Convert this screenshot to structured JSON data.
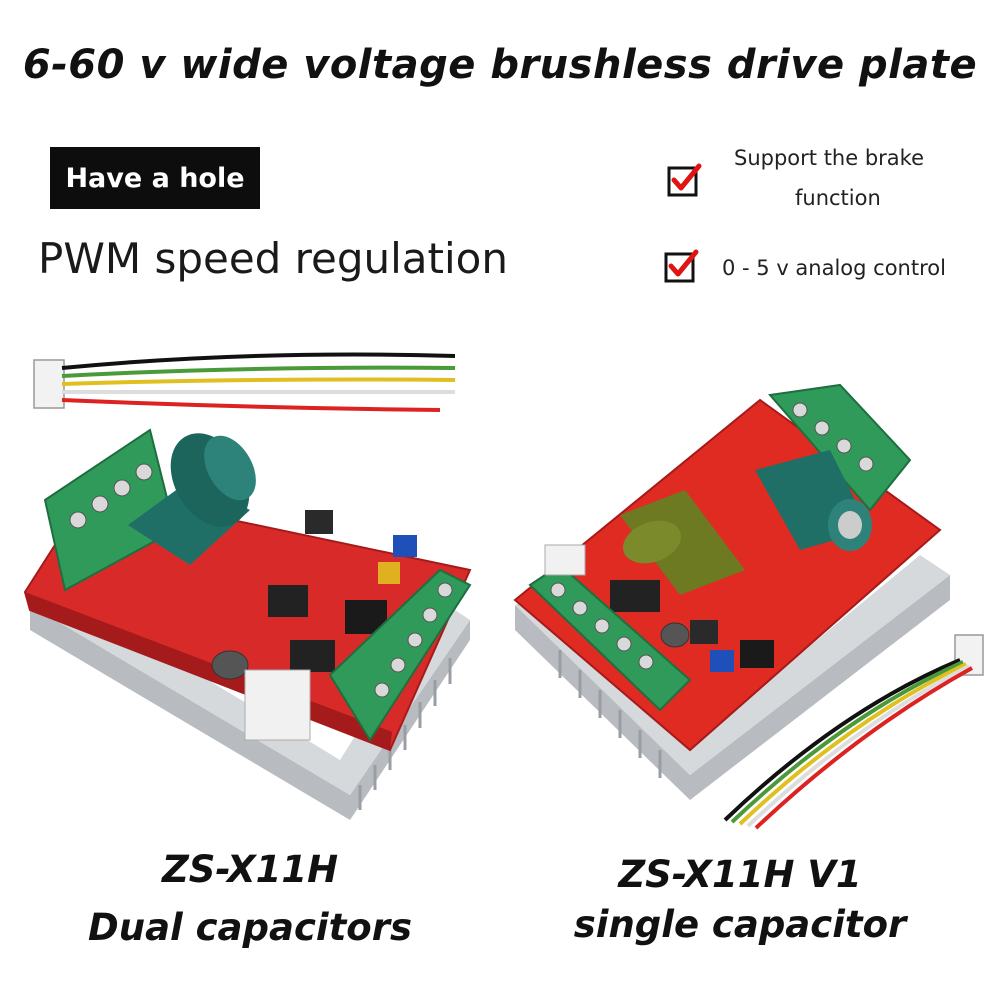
{
  "header": {
    "title": "6-60 v wide voltage brushless drive plate"
  },
  "badge": {
    "label": "Have a hole"
  },
  "subheading": {
    "text": "PWM speed regulation"
  },
  "features": [
    {
      "line1": "Support the brake",
      "line2": "function"
    },
    {
      "line1": "0 - 5 v analog control"
    }
  ],
  "products": [
    {
      "model": "ZS-X11H",
      "variant": "Dual capacitors"
    },
    {
      "model": "ZS-X11H V1",
      "variant": "single capacitor"
    }
  ],
  "colors": {
    "pcb_red": "#d92a2a",
    "terminal_green": "#2f9a5a",
    "capacitor_teal": "#1f6f66",
    "heatsink_silver": "#c9cdd1",
    "check_red": "#e11414"
  },
  "icons": [
    "checkbox-checked-icon",
    "checkbox-checked-icon"
  ]
}
